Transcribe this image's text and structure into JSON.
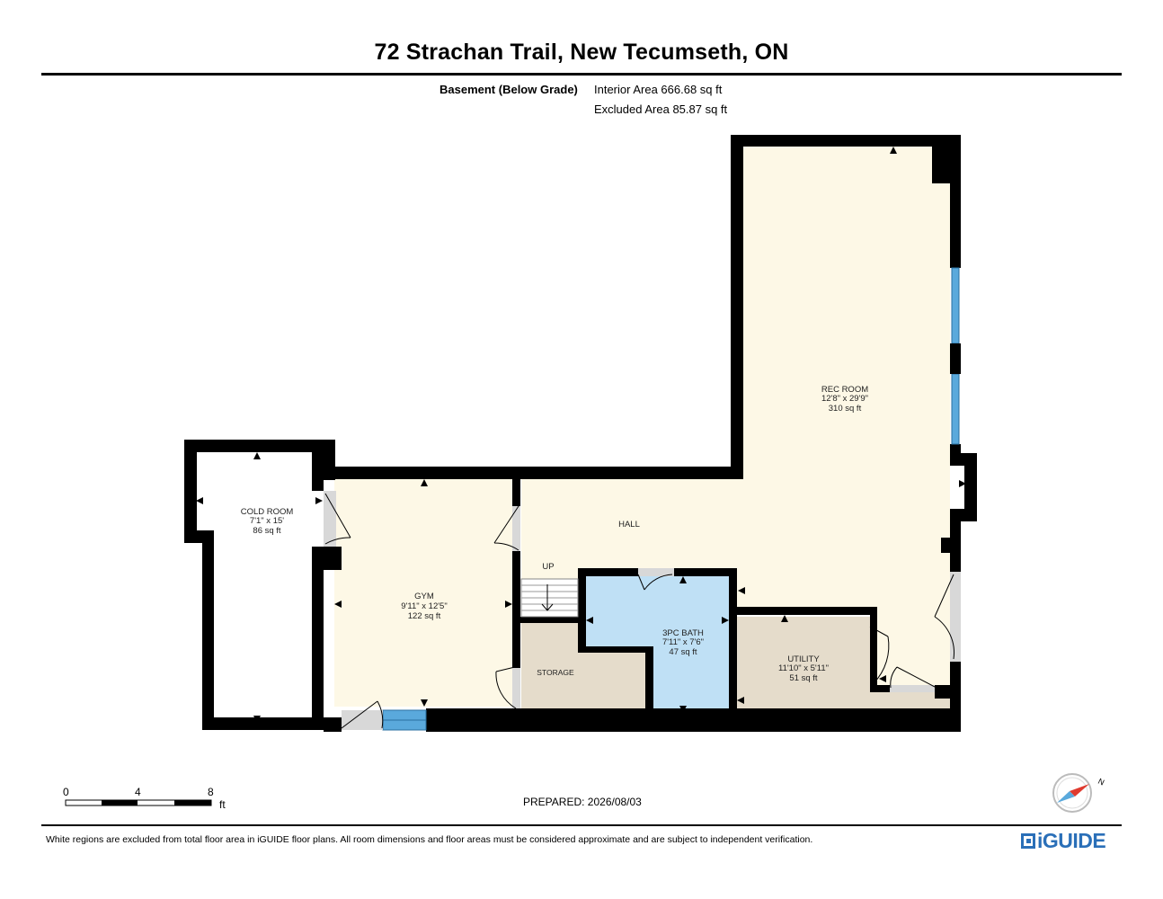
{
  "header": {
    "title": "72 Strachan Trail, New Tecumseth, ON",
    "floor_label": "Basement (Below Grade)",
    "interior_area": "Interior Area 666.68 sq ft",
    "excluded_area": "Excluded Area 85.87 sq ft"
  },
  "rooms": {
    "cold_room": {
      "name": "COLD ROOM",
      "dims": "7'1\" x 15'",
      "area": "86 sq ft"
    },
    "gym": {
      "name": "GYM",
      "dims": "9'11\" x 12'5\"",
      "area": "122 sq ft"
    },
    "rec_room": {
      "name": "REC ROOM",
      "dims": "12'8\" x 29'9\"",
      "area": "310 sq ft"
    },
    "hall": {
      "name": "HALL"
    },
    "bath": {
      "name": "3PC BATH",
      "dims": "7'11\" x 7'6\"",
      "area": "47 sq ft"
    },
    "utility": {
      "name": "UTILITY",
      "dims": "11'10\" x 5'11\"",
      "area": "51 sq ft"
    },
    "storage": {
      "name": "STORAGE"
    },
    "stairs": {
      "label": "UP"
    }
  },
  "scale": {
    "ticks": [
      "0",
      "4",
      "8"
    ],
    "unit": "ft"
  },
  "prepared": "PREPARED: 2026/08/03",
  "footer": "White regions are excluded from total floor area in iGUIDE floor plans. All room dimensions and floor areas must be considered approximate and are subject to independent verification.",
  "compass": {
    "label": "N"
  },
  "logo": {
    "text": "iGUIDE"
  },
  "colors": {
    "room_fill": "#fdf8e6",
    "bath_fill": "#bfe0f5",
    "storage_fill": "#e5dccb",
    "wall": "#000000",
    "window": "#5aa9dc"
  }
}
